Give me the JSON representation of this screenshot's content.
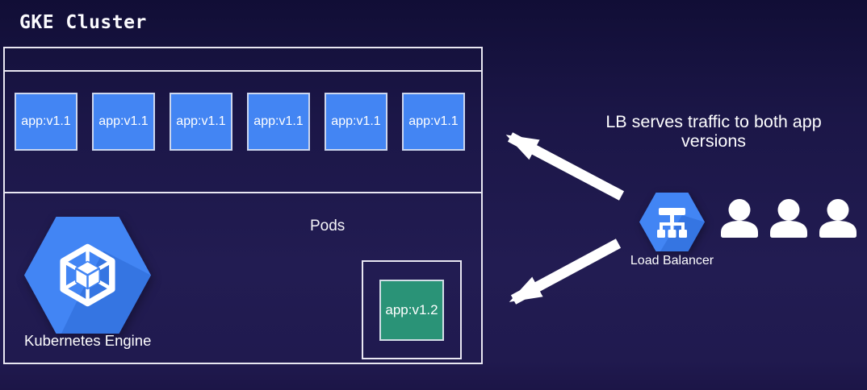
{
  "title": "GKE Cluster",
  "cluster": {
    "pods_label": "Pods",
    "v1_pods": [
      "app:v1.1",
      "app:v1.1",
      "app:v1.1",
      "app:v1.1",
      "app:v1.1",
      "app:v1.1"
    ],
    "v2_pod_label": "app:v1.2",
    "gke_label": "Kubernetes Engine"
  },
  "annotation": "LB serves traffic to both app versions",
  "load_balancer": {
    "label": "Load Balancer"
  },
  "users": {
    "icons": [
      "user",
      "user",
      "user"
    ]
  },
  "icons": {
    "kubernetes_engine": "gke-hexagon-cube-icon",
    "load_balancer": "lb-hexagon-network-icon",
    "user": "person-silhouette-icon",
    "arrow": "thick-white-arrow"
  },
  "colors": {
    "background_top": "#110e36",
    "background_bottom": "#221c52",
    "box_border": "#e9e7f2",
    "pod_blue": "#4385f3",
    "pod_blue_border": "#ccd6ee",
    "pod_green": "#2a9377",
    "pod_green_border": "#d2dde6",
    "hex_blue": "#4285f4",
    "hex_shadow": "#2c67d4",
    "text_white": "#ffffff",
    "arrow": "#ffffff"
  }
}
